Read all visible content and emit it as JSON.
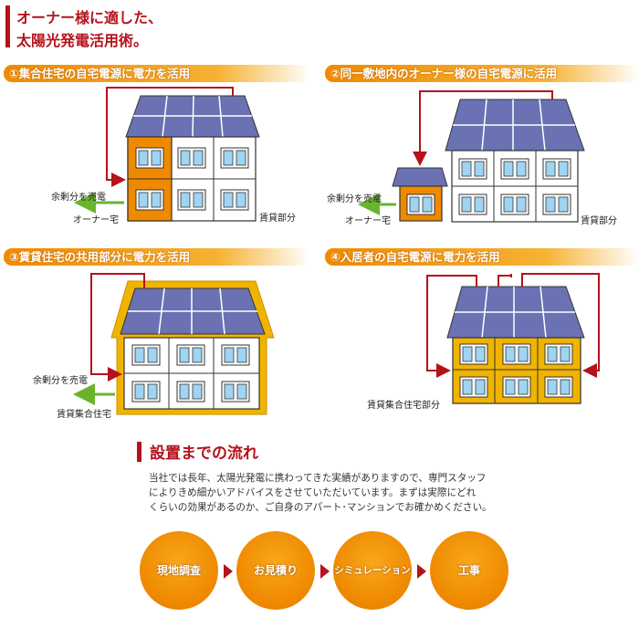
{
  "header": {
    "line1": "オーナー様に適した、",
    "line2": "太陽光発電活用術。"
  },
  "panels": [
    {
      "title": "①集合住宅の自宅電源に電力を活用",
      "surplus": "余剰分を売電",
      "owner": "オーナー宅",
      "rental": "賃貸部分"
    },
    {
      "title": "②同一敷地内のオーナー様の自宅電源に活用",
      "surplus": "余剰分を売電",
      "owner": "オーナー宅",
      "rental": "賃貸部分"
    },
    {
      "title": "③賃貸住宅の共用部分に電力を活用",
      "surplus": "余剰分を売電",
      "building": "賃貸集合住宅"
    },
    {
      "title": "④入居者の自宅電源に電力を活用",
      "building": "賃貸集合住宅部分"
    }
  ],
  "flow": {
    "title": "設置までの流れ",
    "para": [
      "当社では長年、太陽光発電に携わってきた実績がありますので、専門スタッフ",
      "によりきめ細かいアドバイスをさせていただいています。まずは実際にどれ",
      "くらいの効果があるのか、ご自身のアパート･マンションでお確かめください。"
    ],
    "steps": [
      "現地調査",
      "お見積り",
      "シミュレーション",
      "工事"
    ]
  },
  "colors": {
    "accent": "#b5121b",
    "orange": "#ef8a00",
    "yellow": "#f0b400",
    "green": "#6ab42d",
    "panel": "#6a72b3"
  }
}
